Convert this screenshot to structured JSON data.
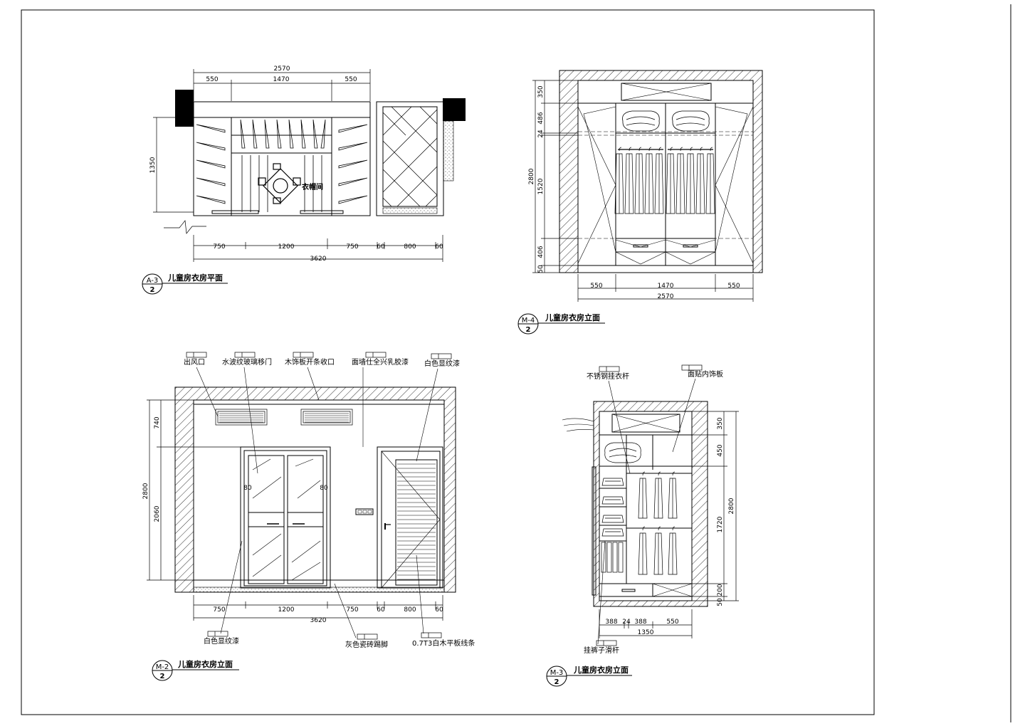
{
  "room_label": "衣帽间",
  "plan_a3": {
    "title": "儿童房衣房平面",
    "tag": "A-3",
    "sheet": "2",
    "dims_top": {
      "total": "2570",
      "left": "550",
      "mid": "1470",
      "right": "550"
    },
    "dim_left": "1350",
    "dims_bottom": {
      "d1": "750",
      "d2": "1200",
      "d3": "750",
      "d4": "60",
      "d5": "800",
      "d6": "60",
      "total": "3620"
    }
  },
  "elev_m4": {
    "title": "儿童房衣房立面",
    "tag": "M-4",
    "sheet": "2",
    "dims_left": {
      "total": "2800",
      "d1": "350",
      "d2": "24",
      "d3": "486",
      "d4": "1520",
      "d5": "406",
      "d6": "50"
    },
    "dims_bottom": {
      "left": "550",
      "mid": "1470",
      "right": "550",
      "total": "2570"
    }
  },
  "elev_m2": {
    "title": "儿童房衣房立面",
    "tag": "M-2",
    "sheet": "2",
    "callouts": [
      "出风口",
      "水波纹玻璃移门",
      "木饰板开条收口",
      "面墙仕全兴乳胶漆",
      "白色显纹漆",
      "白色显纹漆",
      "灰色瓷砖踢脚",
      "0.7T3白木平板线条"
    ],
    "dims_left": {
      "total": "2800",
      "top": "740",
      "bottom": "2060"
    },
    "door_marks": [
      "80",
      "80"
    ],
    "dims_bottom": {
      "d1": "750",
      "d2": "1200",
      "d3": "750",
      "d4": "60",
      "d5": "800",
      "d6": "60",
      "total": "3620"
    }
  },
  "elev_m3": {
    "title": "儿童房衣房立面",
    "tag": "M-3",
    "sheet": "2",
    "callouts": [
      "不锈钢挂衣杆",
      "面贴内饰板",
      "挂裤子滑杆"
    ],
    "dims_right": {
      "total": "2800",
      "d1": "350",
      "d2": "450",
      "d3": "1720",
      "d4": "200",
      "d5": "50"
    },
    "dims_bottom": {
      "d1": "388",
      "d2": "24",
      "d3": "388",
      "d4": "550",
      "total": "1350"
    }
  }
}
